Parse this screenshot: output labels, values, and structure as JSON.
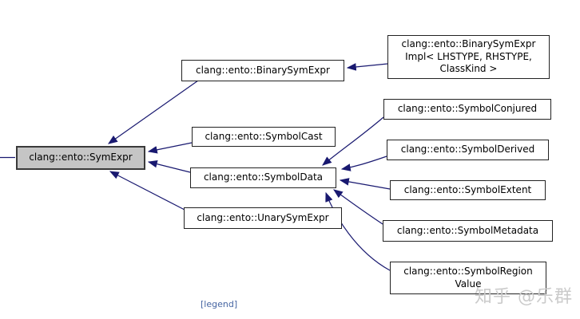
{
  "diagram": {
    "type": "class-inheritance-graph",
    "edge_color": "#191970",
    "node_border_color": "#222222",
    "selected_node_fill": "#c5c5c5",
    "nodes": [
      {
        "id": "symexpr",
        "label": "clang::ento::SymExpr",
        "selected": true
      },
      {
        "id": "binary-sym-expr",
        "label": "clang::ento::BinarySymExpr",
        "selected": false
      },
      {
        "id": "binary-sym-expr-impl",
        "label": [
          "clang::ento::BinarySymExpr",
          "Impl< LHSTYPE, RHSTYPE,",
          "ClassKind >"
        ],
        "selected": false
      },
      {
        "id": "symbol-cast",
        "label": "clang::ento::SymbolCast",
        "selected": false
      },
      {
        "id": "symbol-data",
        "label": "clang::ento::SymbolData",
        "selected": false
      },
      {
        "id": "unary-sym-expr",
        "label": "clang::ento::UnarySymExpr",
        "selected": false
      },
      {
        "id": "symbol-conjured",
        "label": "clang::ento::SymbolConjured",
        "selected": false
      },
      {
        "id": "symbol-derived",
        "label": "clang::ento::SymbolDerived",
        "selected": false
      },
      {
        "id": "symbol-extent",
        "label": "clang::ento::SymbolExtent",
        "selected": false
      },
      {
        "id": "symbol-metadata",
        "label": "clang::ento::SymbolMetadata",
        "selected": false
      },
      {
        "id": "symbol-region-value",
        "label": [
          "clang::ento::SymbolRegion",
          "Value"
        ],
        "selected": false
      }
    ],
    "edges": [
      {
        "from": "clang::ento::BinarySymExpr",
        "to": "clang::ento::SymExpr"
      },
      {
        "from": "clang::ento::SymbolCast",
        "to": "clang::ento::SymExpr"
      },
      {
        "from": "clang::ento::SymbolData",
        "to": "clang::ento::SymExpr"
      },
      {
        "from": "clang::ento::UnarySymExpr",
        "to": "clang::ento::SymExpr"
      },
      {
        "from": "clang::ento::BinarySymExprImpl< LHSTYPE, RHSTYPE, ClassKind >",
        "to": "clang::ento::BinarySymExpr"
      },
      {
        "from": "clang::ento::SymbolConjured",
        "to": "clang::ento::SymbolData"
      },
      {
        "from": "clang::ento::SymbolDerived",
        "to": "clang::ento::SymbolData"
      },
      {
        "from": "clang::ento::SymbolExtent",
        "to": "clang::ento::SymbolData"
      },
      {
        "from": "clang::ento::SymbolMetadata",
        "to": "clang::ento::SymbolData"
      },
      {
        "from": "clang::ento::SymbolRegionValue",
        "to": "clang::ento::SymbolData"
      }
    ]
  },
  "footer": {
    "legend_label": "[legend]"
  },
  "watermark": {
    "text": "知乎 @乐群"
  }
}
